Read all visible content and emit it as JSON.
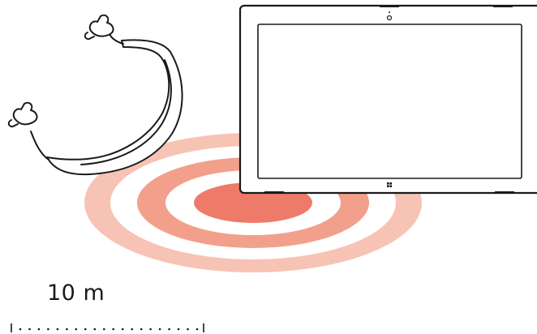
{
  "range_label": "10 m",
  "colors": {
    "ring_outer": "#f6c3b4",
    "ring_middle": "#f2a08c",
    "core": "#ee7b69",
    "outline": "#1a1a1a",
    "tablet_fill": "#ffffff",
    "background": "#ffffff"
  },
  "icons": {
    "headset": "neckband-headset-icon",
    "tablet": "tablet-icon",
    "camera": "camera-icon",
    "windows_logo": "windows-logo-icon",
    "signal": "bluetooth-range-rings",
    "scale_bar": "dotted-distance-scale"
  }
}
